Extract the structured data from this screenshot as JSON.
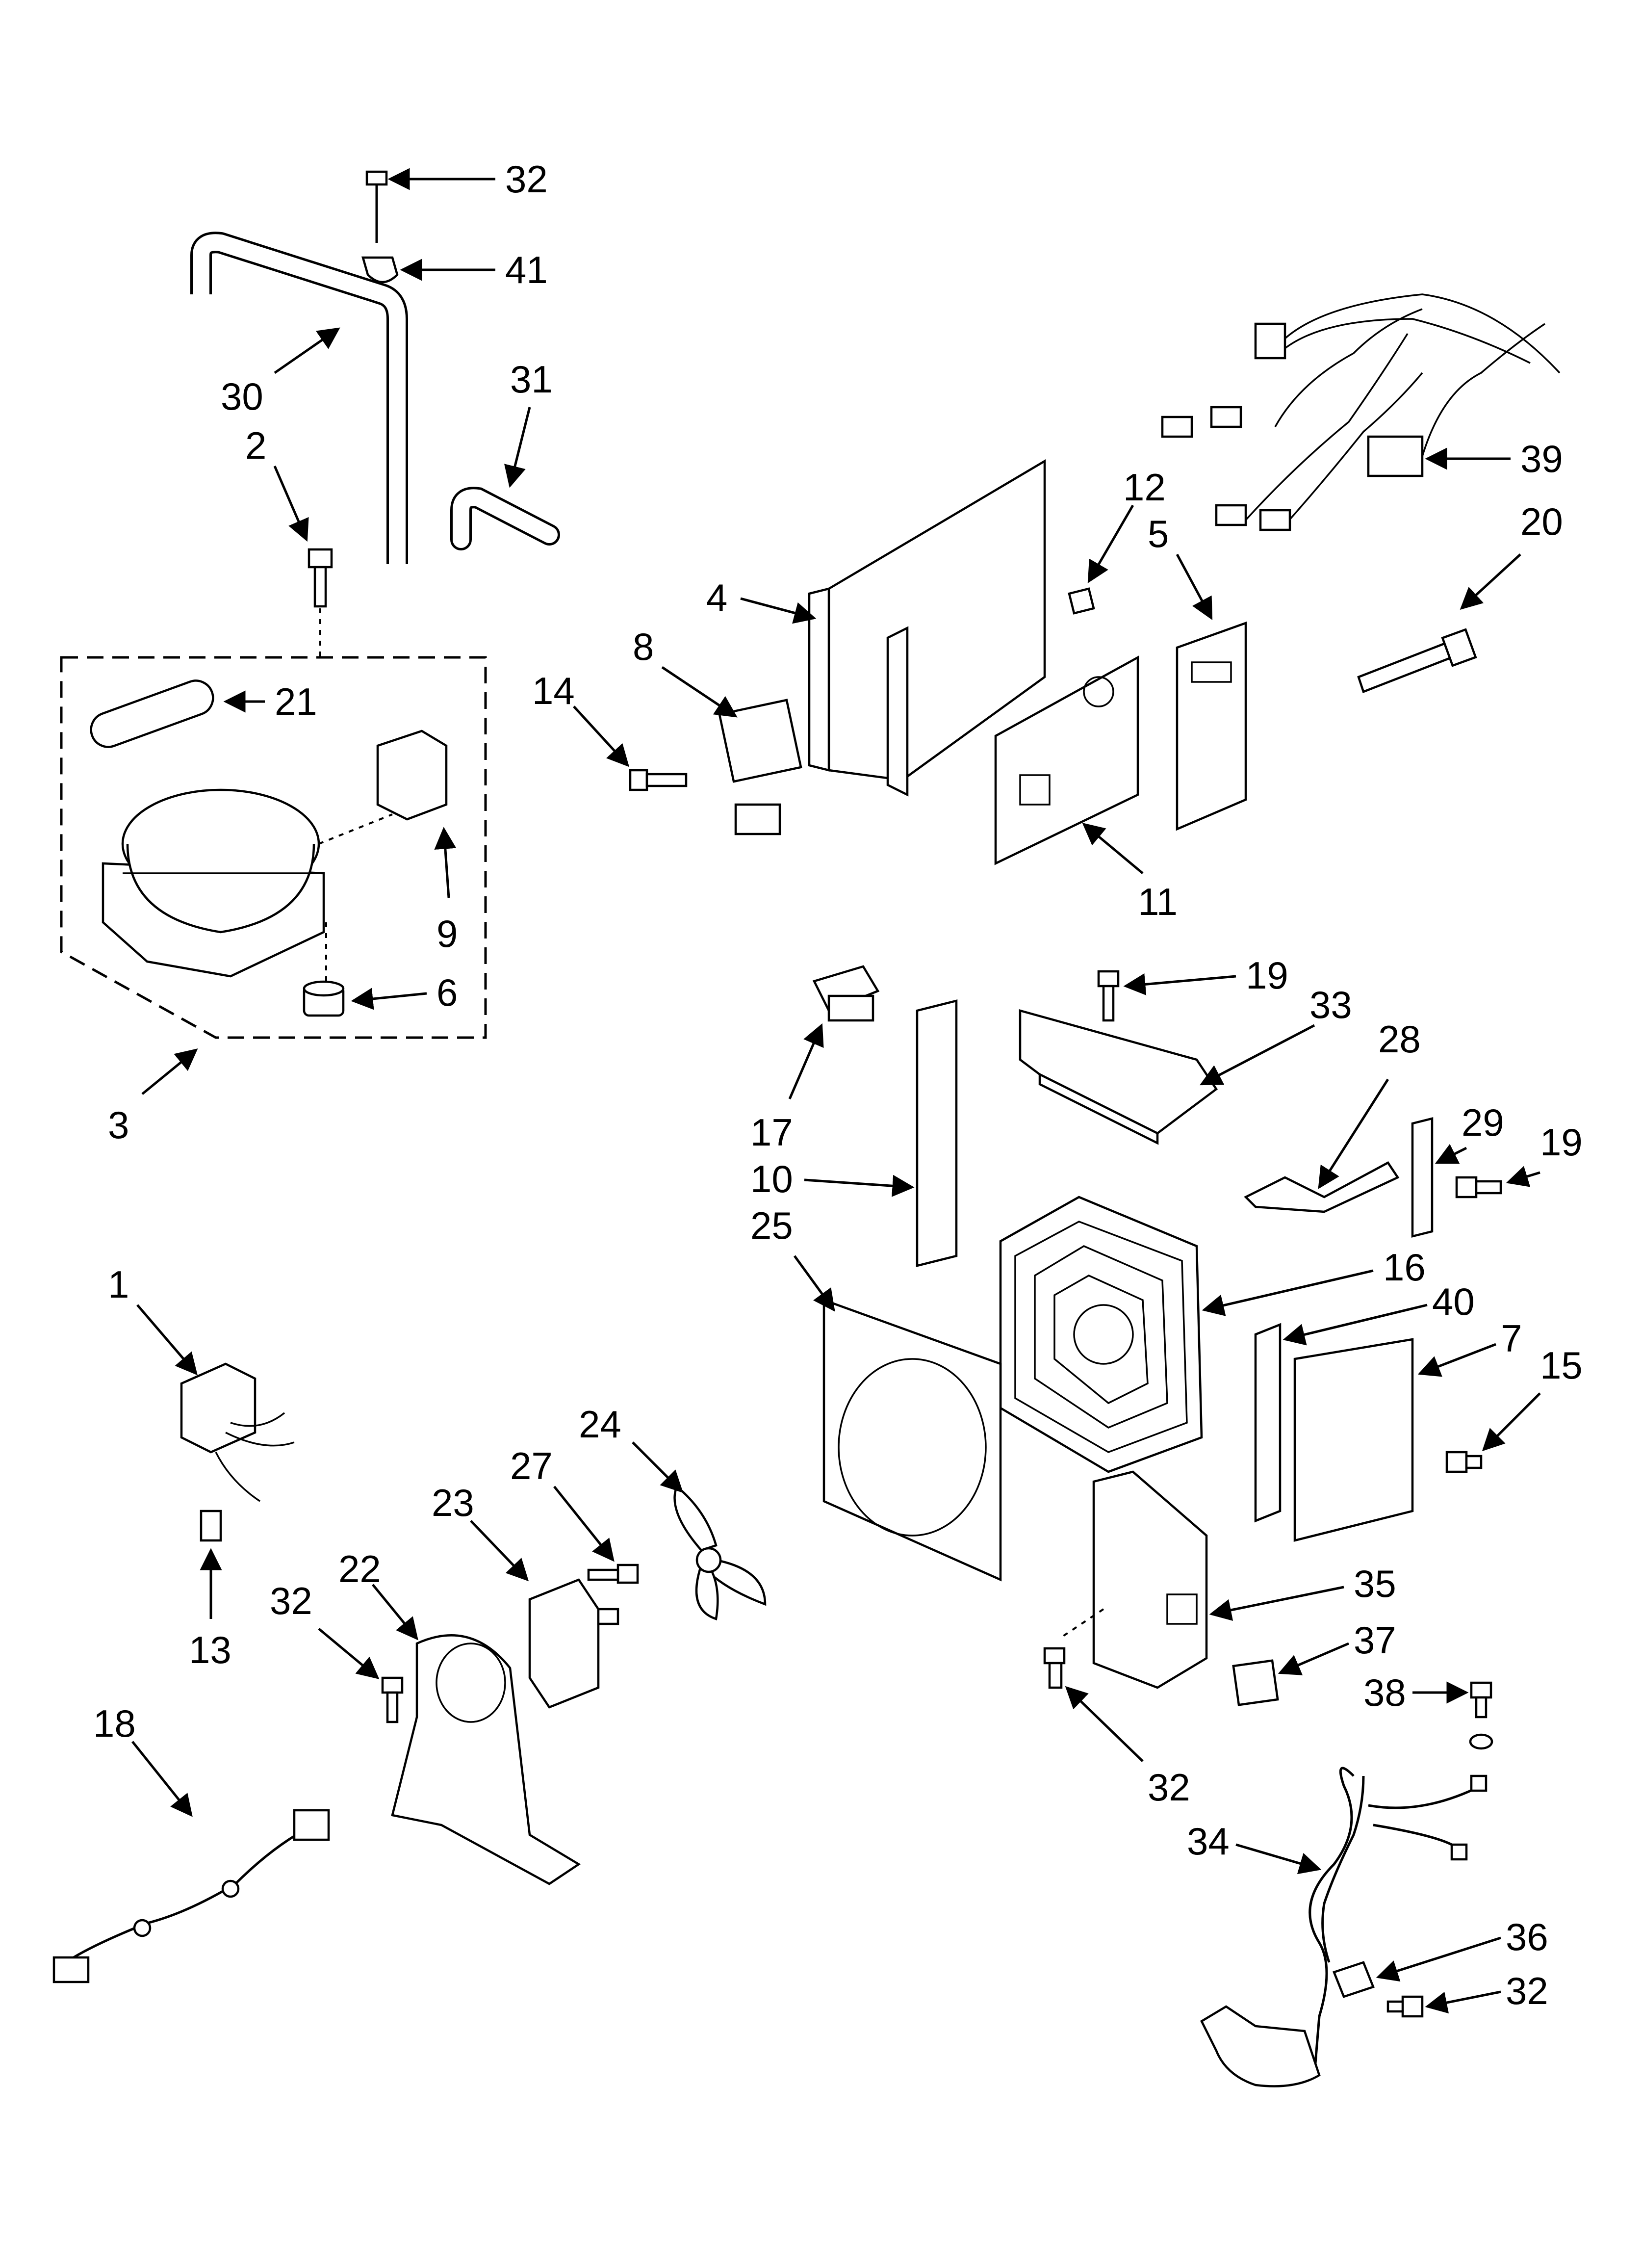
{
  "callouts": {
    "c1": "1",
    "c2": "2",
    "c3": "3",
    "c4": "4",
    "c5": "5",
    "c6": "6",
    "c7": "7",
    "c8": "8",
    "c9": "9",
    "c10": "10",
    "c11": "11",
    "c12": "12",
    "c13": "13",
    "c14": "14",
    "c15": "15",
    "c16": "16",
    "c17": "17",
    "c18": "18",
    "c19a": "19",
    "c19b": "19",
    "c20": "20",
    "c21": "21",
    "c22": "22",
    "c23": "23",
    "c24": "24",
    "c25": "25",
    "c27": "27",
    "c28": "28",
    "c29": "29",
    "c30": "30",
    "c31": "31",
    "c32a": "32",
    "c32b": "32",
    "c32c": "32",
    "c32d": "32",
    "c33": "33",
    "c34": "34",
    "c35": "35",
    "c36": "36",
    "c37": "37",
    "c38": "38",
    "c39": "39",
    "c40": "40",
    "c41": "41"
  }
}
